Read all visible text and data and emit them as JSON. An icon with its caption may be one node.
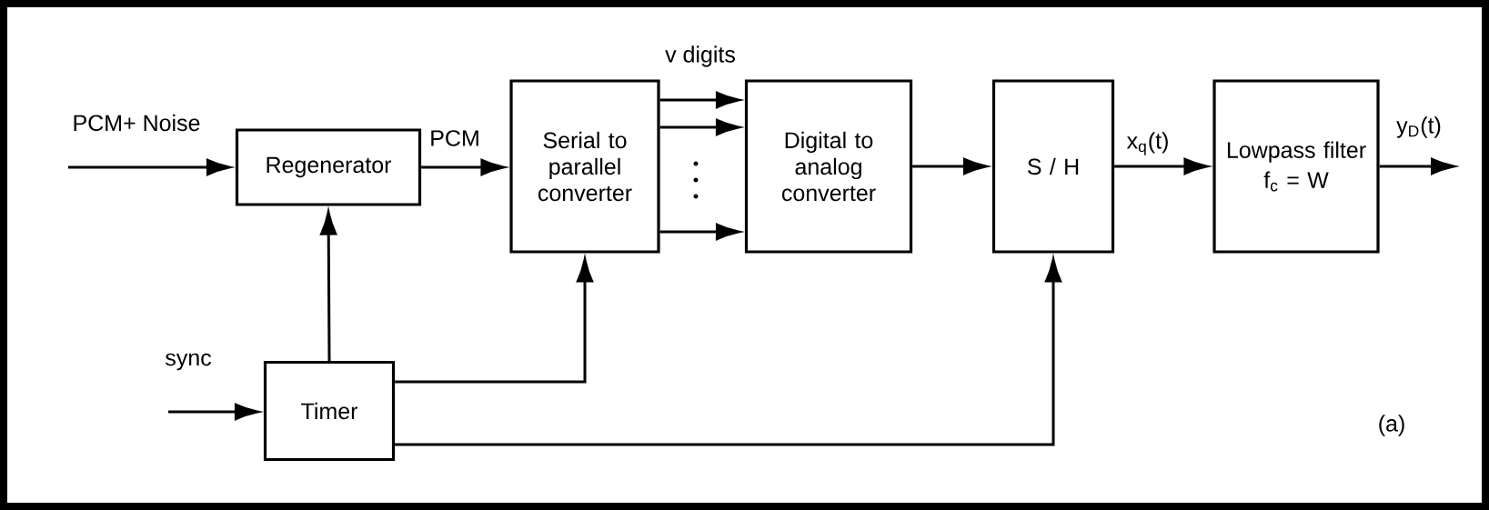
{
  "diagram": {
    "nodes": [
      {
        "text": [
          "Regenerator"
        ]
      },
      {
        "text": [
          "Serial to parallel converter"
        ]
      },
      {
        "text": [
          "Digital to analog converter"
        ]
      },
      {
        "text": [
          "S / H"
        ]
      },
      {
        "text": [
          "Lowpass filter",
          "f$_{c}$ = W"
        ]
      },
      {
        "text": [
          "Timer"
        ]
      }
    ],
    "edges": [
      {
        "from": null,
        "to": 0,
        "arrow": "to",
        "label": "PCM+ Noise"
      },
      {
        "from": 0,
        "to": 1,
        "arrow": "to",
        "label": "PCM"
      },
      {
        "from": 1,
        "to": 2,
        "arrow": "to"
      },
      {
        "from": 1,
        "to": 2,
        "arrow": "to"
      },
      {
        "from": 1,
        "to": 2,
        "arrow": "to"
      },
      {
        "from": 2,
        "to": 3,
        "arrow": "to"
      },
      {
        "from": 3,
        "to": 4,
        "arrow": "to",
        "label": "x$_{q}$(t)"
      },
      {
        "from": 4,
        "to": null,
        "arrow": "to",
        "label": "y$_{D}$(t)"
      },
      {
        "from": null,
        "to": 5,
        "arrow": "to",
        "label": "sync"
      },
      {
        "from": 5,
        "to": 0,
        "arrow": "to"
      },
      {
        "from": 5,
        "to": 1,
        "arrow": "to"
      },
      {
        "from": 5,
        "to": 3,
        "arrow": "to"
      }
    ],
    "labels": [
      "v digits",
      "(a)"
    ]
  }
}
